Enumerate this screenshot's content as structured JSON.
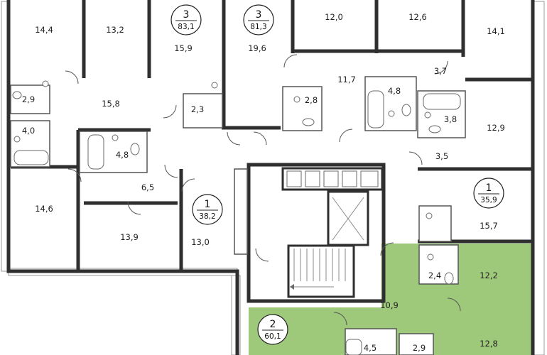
{
  "colors": {
    "highlight": "#9ec87a",
    "wall": "#2f2f2f",
    "background": "#ffffff"
  },
  "badges": [
    {
      "id": "apt-3a",
      "rooms": "3",
      "area": "83,1"
    },
    {
      "id": "apt-3b",
      "rooms": "3",
      "area": "81,3"
    },
    {
      "id": "apt-1a",
      "rooms": "1",
      "area": "38,2"
    },
    {
      "id": "apt-1b",
      "rooms": "1",
      "area": "35,9"
    },
    {
      "id": "apt-2",
      "rooms": "2",
      "area": "60,1"
    }
  ],
  "rooms": [
    "14,4",
    "13,2",
    "15,9",
    "19,6",
    "12,0",
    "12,6",
    "14,1",
    "2,9",
    "15,8",
    "2,3",
    "2,8",
    "11,7",
    "4,8",
    "3,7",
    "4,0",
    "4,8",
    "3,8",
    "12,9",
    "3,5",
    "6,5",
    "14,6",
    "13,9",
    "13,0",
    "15,7",
    "2,4",
    "12,2",
    "10,9",
    "12,8",
    "4,5",
    "2,9"
  ]
}
